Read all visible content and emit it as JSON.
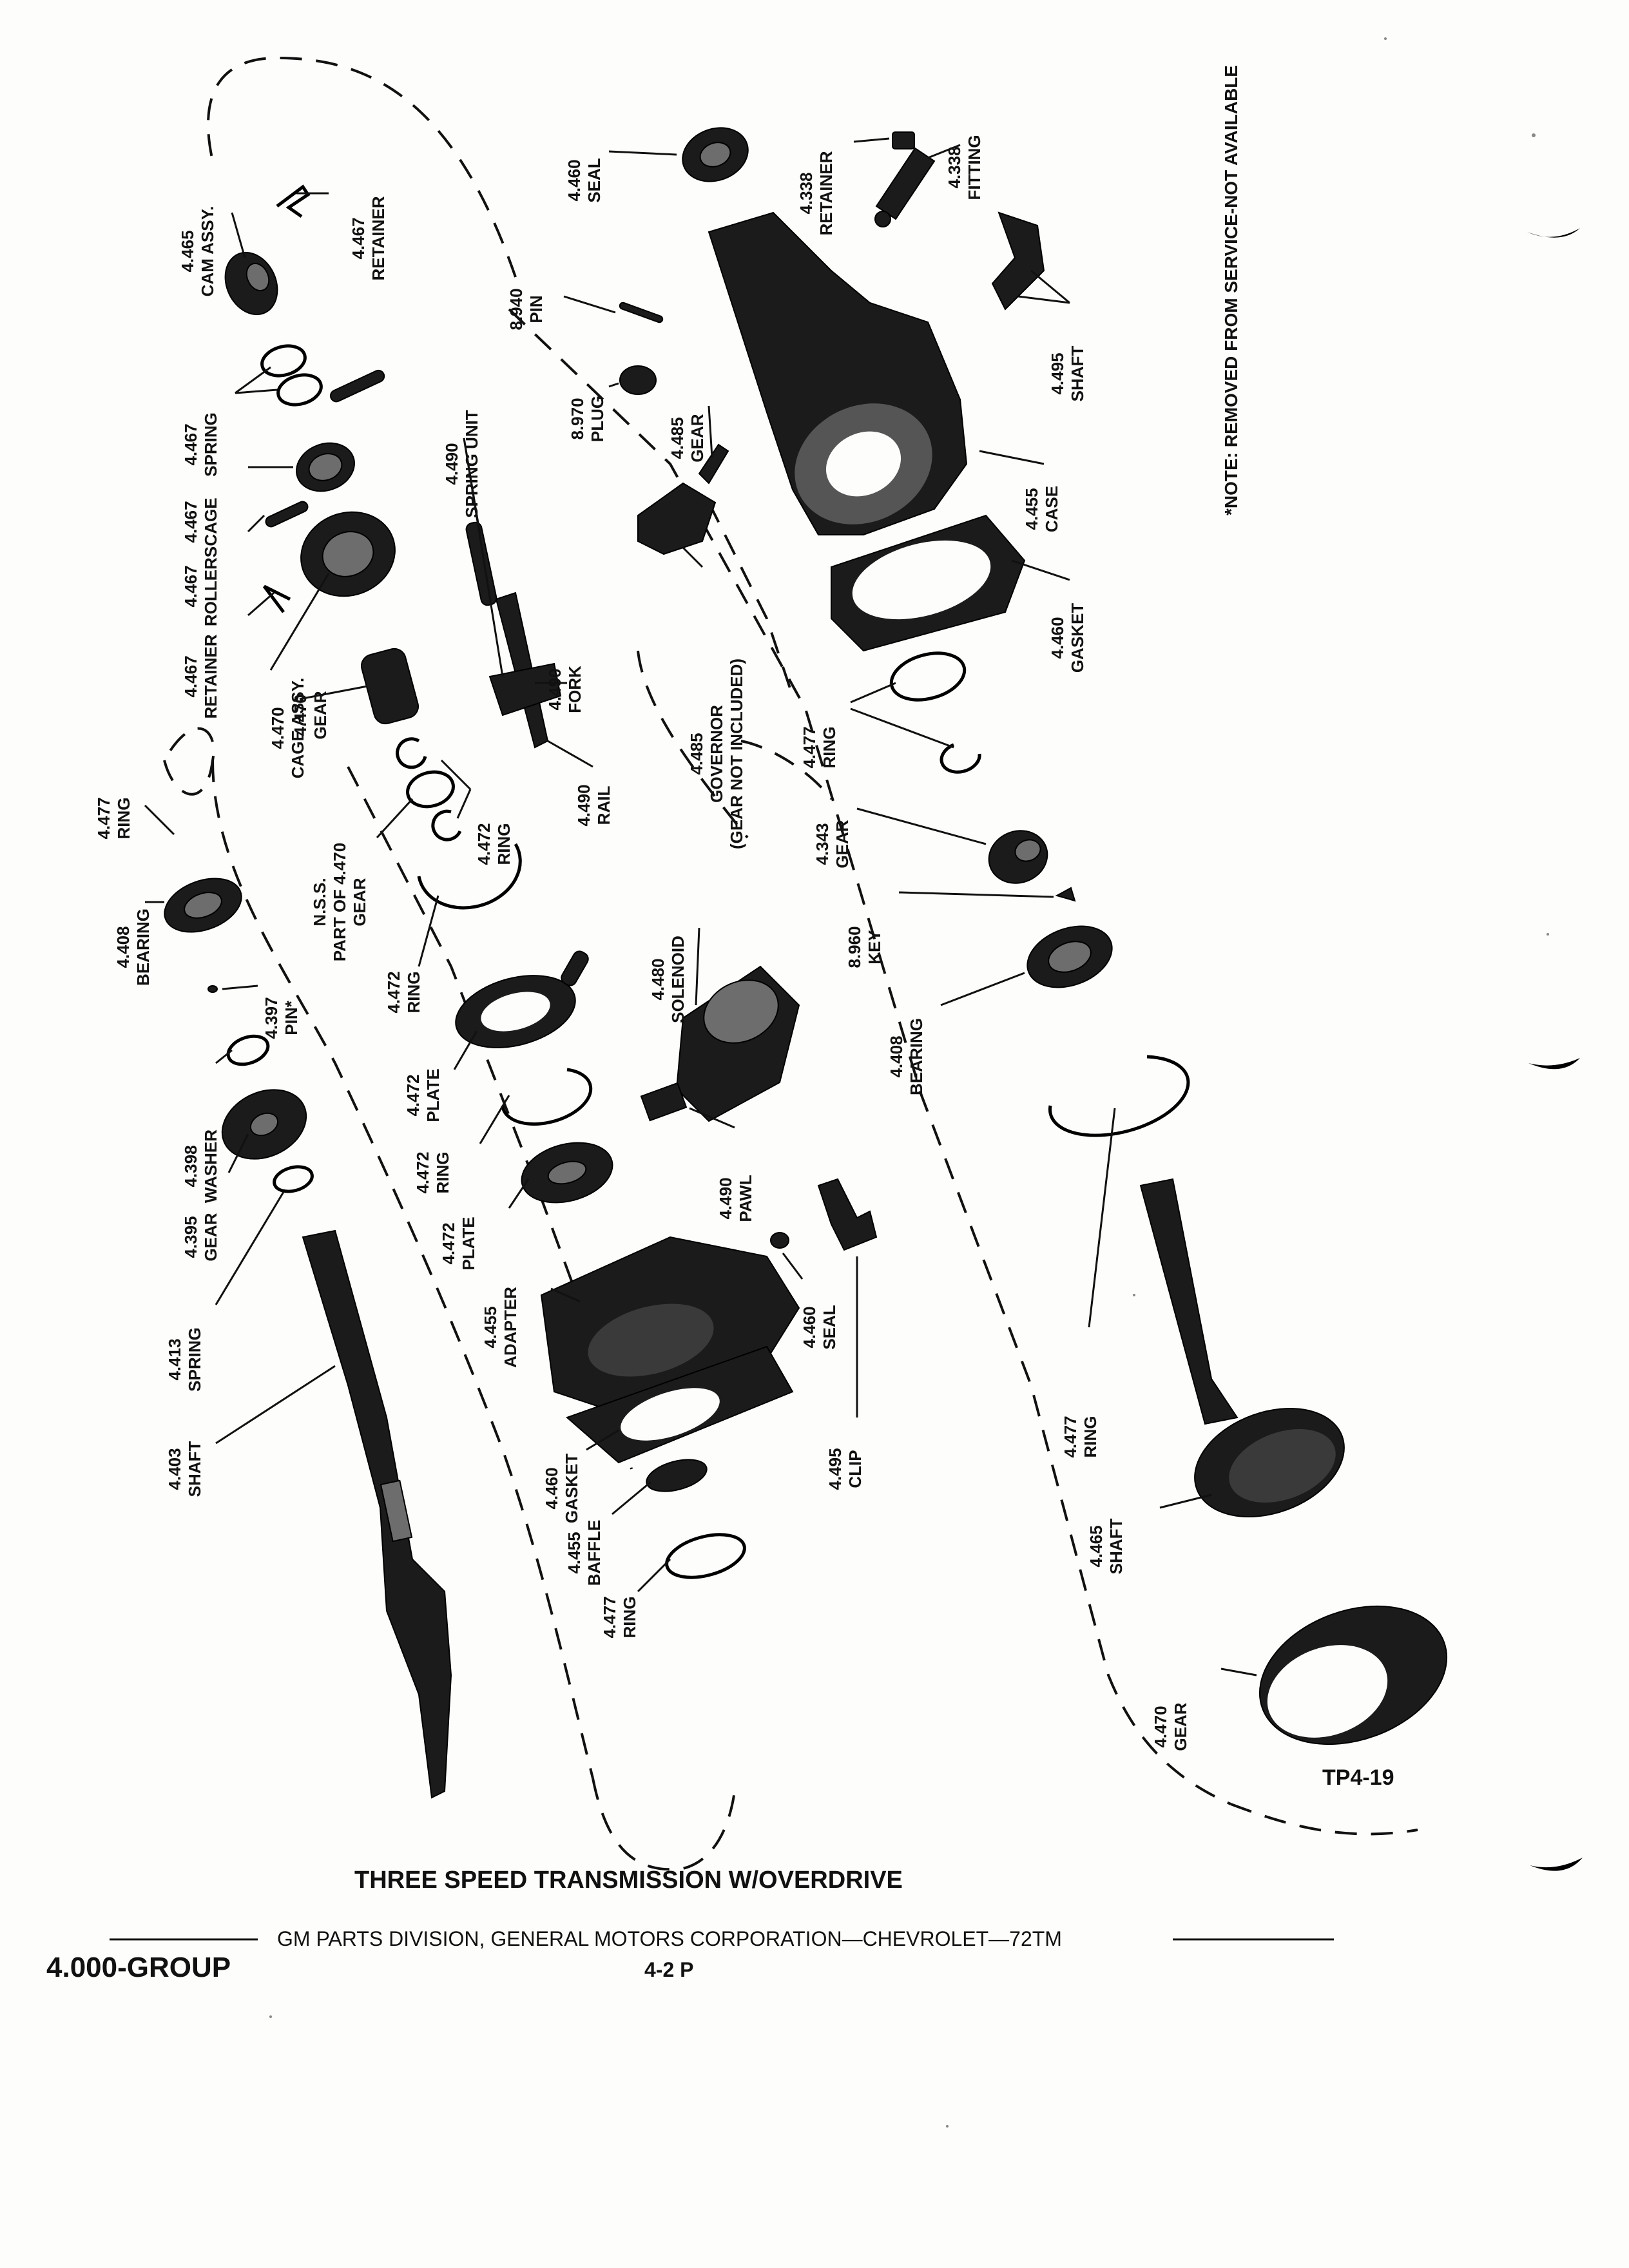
{
  "title": "THREE SPEED TRANSMISSION W/OVERDRIVE",
  "footer": "GM PARTS DIVISION, GENERAL MOTORS CORPORATION—CHEVROLET—72TM",
  "group": "4.000-GROUP",
  "page_number": "4-2 P",
  "figure_id": "TP4-19",
  "note": "*NOTE: REMOVED FROM SERVICE-NOT AVAILABLE",
  "callouts": [
    {
      "id": "c1",
      "lines": [
        "4.465",
        "CAM ASSY."
      ]
    },
    {
      "id": "c2",
      "lines": [
        "4.467",
        "RETAINER"
      ]
    },
    {
      "id": "c3",
      "lines": [
        "4.467",
        "SPRING"
      ]
    },
    {
      "id": "c4",
      "lines": [
        "4.467",
        "CAGE"
      ]
    },
    {
      "id": "c5",
      "lines": [
        "4.467",
        "ROLLERS"
      ]
    },
    {
      "id": "c6",
      "lines": [
        "4.467",
        "RETAINER"
      ]
    },
    {
      "id": "c7",
      "lines": [
        "4.470",
        "CAGE ASSY."
      ]
    },
    {
      "id": "c8",
      "lines": [
        "4.470",
        "GEAR"
      ]
    },
    {
      "id": "c9",
      "lines": [
        "N.S.S.",
        "PART OF 4.470",
        "GEAR"
      ]
    },
    {
      "id": "c10",
      "lines": [
        "4.472",
        "RING"
      ]
    },
    {
      "id": "c11",
      "lines": [
        "4.477",
        "RING"
      ]
    },
    {
      "id": "c12",
      "lines": [
        "4.408",
        "BEARING"
      ]
    },
    {
      "id": "c13",
      "lines": [
        "4.397",
        "PIN*"
      ]
    },
    {
      "id": "c14",
      "lines": [
        "4.472",
        "RING"
      ]
    },
    {
      "id": "c15",
      "lines": [
        "4.472",
        "PLATE"
      ]
    },
    {
      "id": "c16",
      "lines": [
        "4.398",
        "WASHER"
      ]
    },
    {
      "id": "c17",
      "lines": [
        "4.472",
        "RING"
      ]
    },
    {
      "id": "c18",
      "lines": [
        "4.395",
        "GEAR"
      ]
    },
    {
      "id": "c19",
      "lines": [
        "4.472",
        "PLATE"
      ]
    },
    {
      "id": "c20",
      "lines": [
        "4.413",
        "SPRING"
      ]
    },
    {
      "id": "c21",
      "lines": [
        "4.455",
        "ADAPTER"
      ]
    },
    {
      "id": "c22",
      "lines": [
        "4.403",
        "SHAFT"
      ]
    },
    {
      "id": "c23",
      "lines": [
        "4.460",
        "GASKET"
      ]
    },
    {
      "id": "c24",
      "lines": [
        "4.455",
        "BAFFLE"
      ]
    },
    {
      "id": "c25",
      "lines": [
        "4.477",
        "RING"
      ]
    },
    {
      "id": "c26",
      "lines": [
        "4.490",
        "SPRING UNIT"
      ]
    },
    {
      "id": "c27",
      "lines": [
        "4.490",
        "FORK"
      ]
    },
    {
      "id": "c28",
      "lines": [
        "4.490",
        "RAIL"
      ]
    },
    {
      "id": "c29",
      "lines": [
        "4.480",
        "SOLENOID"
      ]
    },
    {
      "id": "c30",
      "lines": [
        "4.490",
        "PAWL"
      ]
    },
    {
      "id": "c31",
      "lines": [
        "4.460",
        "SEAL"
      ]
    },
    {
      "id": "c32",
      "lines": [
        "4.495",
        "CLIP"
      ]
    },
    {
      "id": "c33",
      "lines": [
        "8.940",
        "PIN"
      ]
    },
    {
      "id": "c34",
      "lines": [
        "8.970",
        "PLUG"
      ]
    },
    {
      "id": "c35",
      "lines": [
        "4.485",
        "GEAR"
      ]
    },
    {
      "id": "c36",
      "lines": [
        "4.485",
        "GOVERNOR",
        "(GEAR NOT INCLUDED)"
      ]
    },
    {
      "id": "c37",
      "lines": [
        "4.460",
        "SEAL"
      ]
    },
    {
      "id": "c38",
      "lines": [
        "4.338",
        "RETAINER"
      ]
    },
    {
      "id": "c39",
      "lines": [
        "4.338",
        "FITTING"
      ]
    },
    {
      "id": "c40",
      "lines": [
        "4.495",
        "SHAFT"
      ]
    },
    {
      "id": "c41",
      "lines": [
        "4.455",
        "CASE"
      ]
    },
    {
      "id": "c42",
      "lines": [
        "4.460",
        "GASKET"
      ]
    },
    {
      "id": "c43",
      "lines": [
        "4.477",
        "RING"
      ]
    },
    {
      "id": "c44",
      "lines": [
        "4.343",
        "GEAR"
      ]
    },
    {
      "id": "c45",
      "lines": [
        "8.960",
        "KEY"
      ]
    },
    {
      "id": "c46",
      "lines": [
        "4.408",
        "BEARING"
      ]
    },
    {
      "id": "c47",
      "lines": [
        "4.477",
        "RING"
      ]
    },
    {
      "id": "c48",
      "lines": [
        "4.465",
        "SHAFT"
      ]
    },
    {
      "id": "c49",
      "lines": [
        "4.470",
        "GEAR"
      ]
    }
  ]
}
